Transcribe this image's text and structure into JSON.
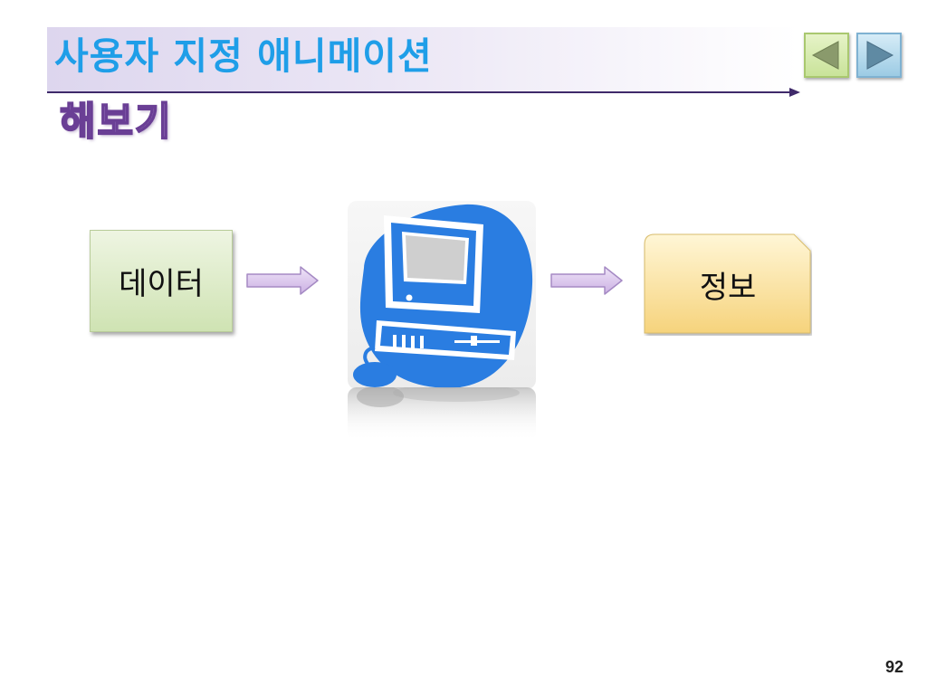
{
  "slide": {
    "title": "사용자 지정 애니메이션",
    "subtitle": "해보기",
    "page_number": "92"
  },
  "navigation": {
    "prev_icon": "triangle-left-icon",
    "next_icon": "triangle-right-icon"
  },
  "diagram": {
    "input_label": "데이터",
    "process_icon": "computer-icon",
    "output_label": "정보"
  },
  "colors": {
    "title": "#1f9ee8",
    "subtitle_fill": "#c8a9e6",
    "subtitle_outline": "#6a3f95",
    "computer_blue": "#2a7de1",
    "arrow_fill": "#dcc8ee",
    "input_box": "#cfe3b3",
    "output_box": "#f8dc8a"
  }
}
